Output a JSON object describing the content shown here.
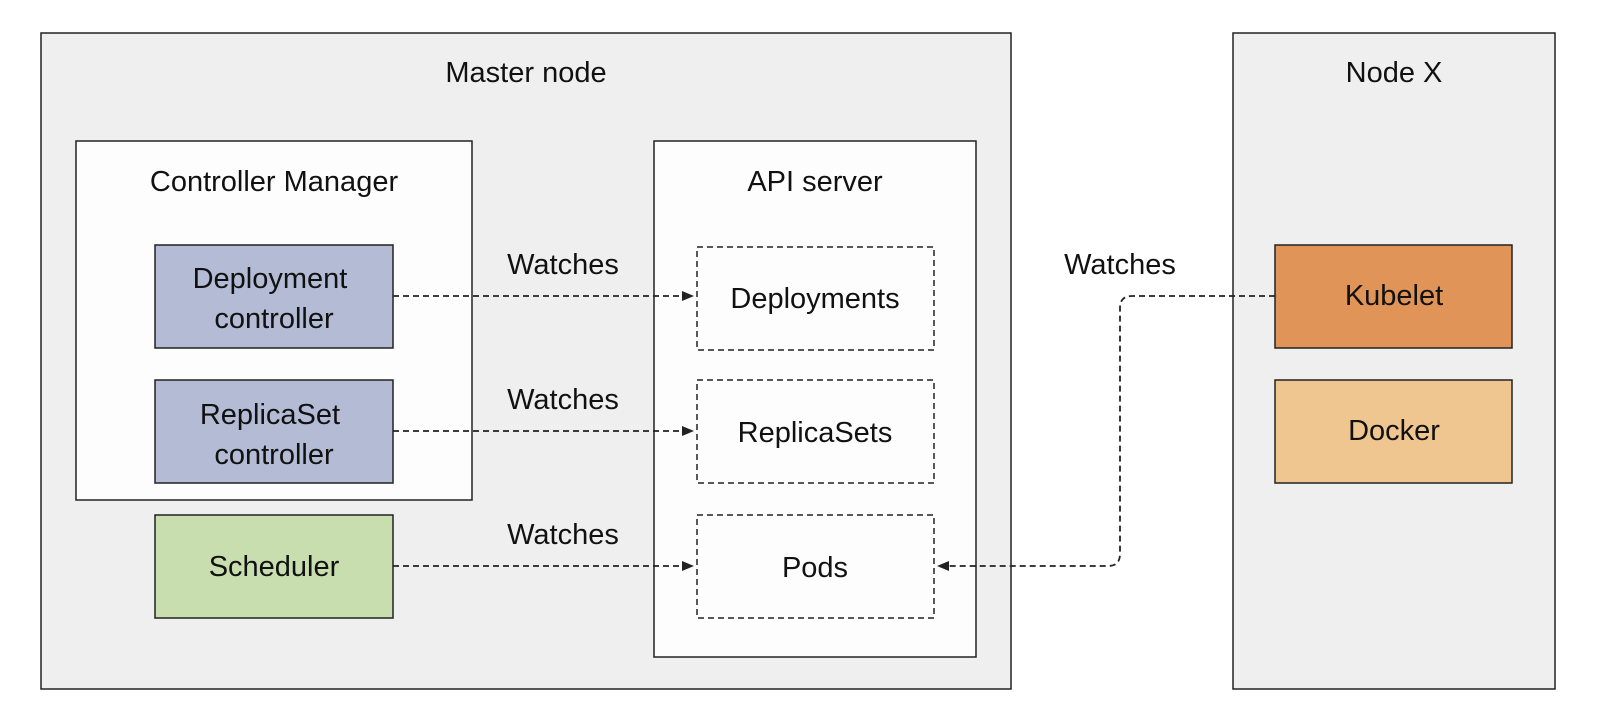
{
  "master_node": {
    "title": "Master node",
    "controller_manager": {
      "title": "Controller Manager",
      "deployment_controller": [
        "Deployment",
        "controller"
      ],
      "replicaset_controller": [
        "ReplicaSet",
        "controller"
      ]
    },
    "scheduler": "Scheduler",
    "api_server": {
      "title": "API server",
      "resources": {
        "deployments": "Deployments",
        "replicasets": "ReplicaSets",
        "pods": "Pods"
      }
    }
  },
  "node_x": {
    "title": "Node X",
    "kubelet": "Kubelet",
    "docker": "Docker"
  },
  "edges": {
    "deployment_watch": "Watches",
    "replicaset_watch": "Watches",
    "scheduler_watch": "Watches",
    "kubelet_watch": "Watches"
  },
  "colors": {
    "node_background": "#efefef",
    "container_background": "#fdfdfd",
    "controller_fill": "#b4bbd5",
    "scheduler_fill": "#c9deae",
    "kubelet_fill": "#e09458",
    "docker_fill": "#efc690",
    "stroke": "#222222"
  }
}
